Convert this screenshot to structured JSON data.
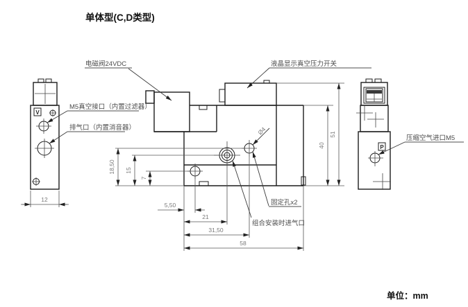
{
  "page": {
    "title": "单体型(C,D类型)",
    "unit_label": "单位：mm",
    "colors": {
      "background": "#ffffff",
      "outline": "#1c1c1c",
      "dimension_text": "#7a7a7a",
      "label_text": "#4d4d4d"
    }
  },
  "callouts": {
    "solenoid": "电磁阀24VDC",
    "pressure_switch": "液晶显示真空压力开关",
    "vacuum_port": "M5真空接口（内置过滤器）",
    "exhaust_port": "排气口（内置消音器）",
    "air_inlet": "压缩空气进口M5",
    "fixing_hole": "固定孔x2",
    "combined_inlet": "组合安装时进气口",
    "hole_diameter": "Ø4",
    "port_v_marker": "V",
    "port_p_marker": "P"
  },
  "dimensions": {
    "side_width": "12",
    "height_fixing_hole": "18,50",
    "height_inlet": "15",
    "height_small_hole": "7",
    "offset_small_hole": "5,50",
    "offset_inlet": "21",
    "offset_fixing_hole": "31,50",
    "body_width": "58",
    "body_height": "40",
    "total_height": "51"
  }
}
